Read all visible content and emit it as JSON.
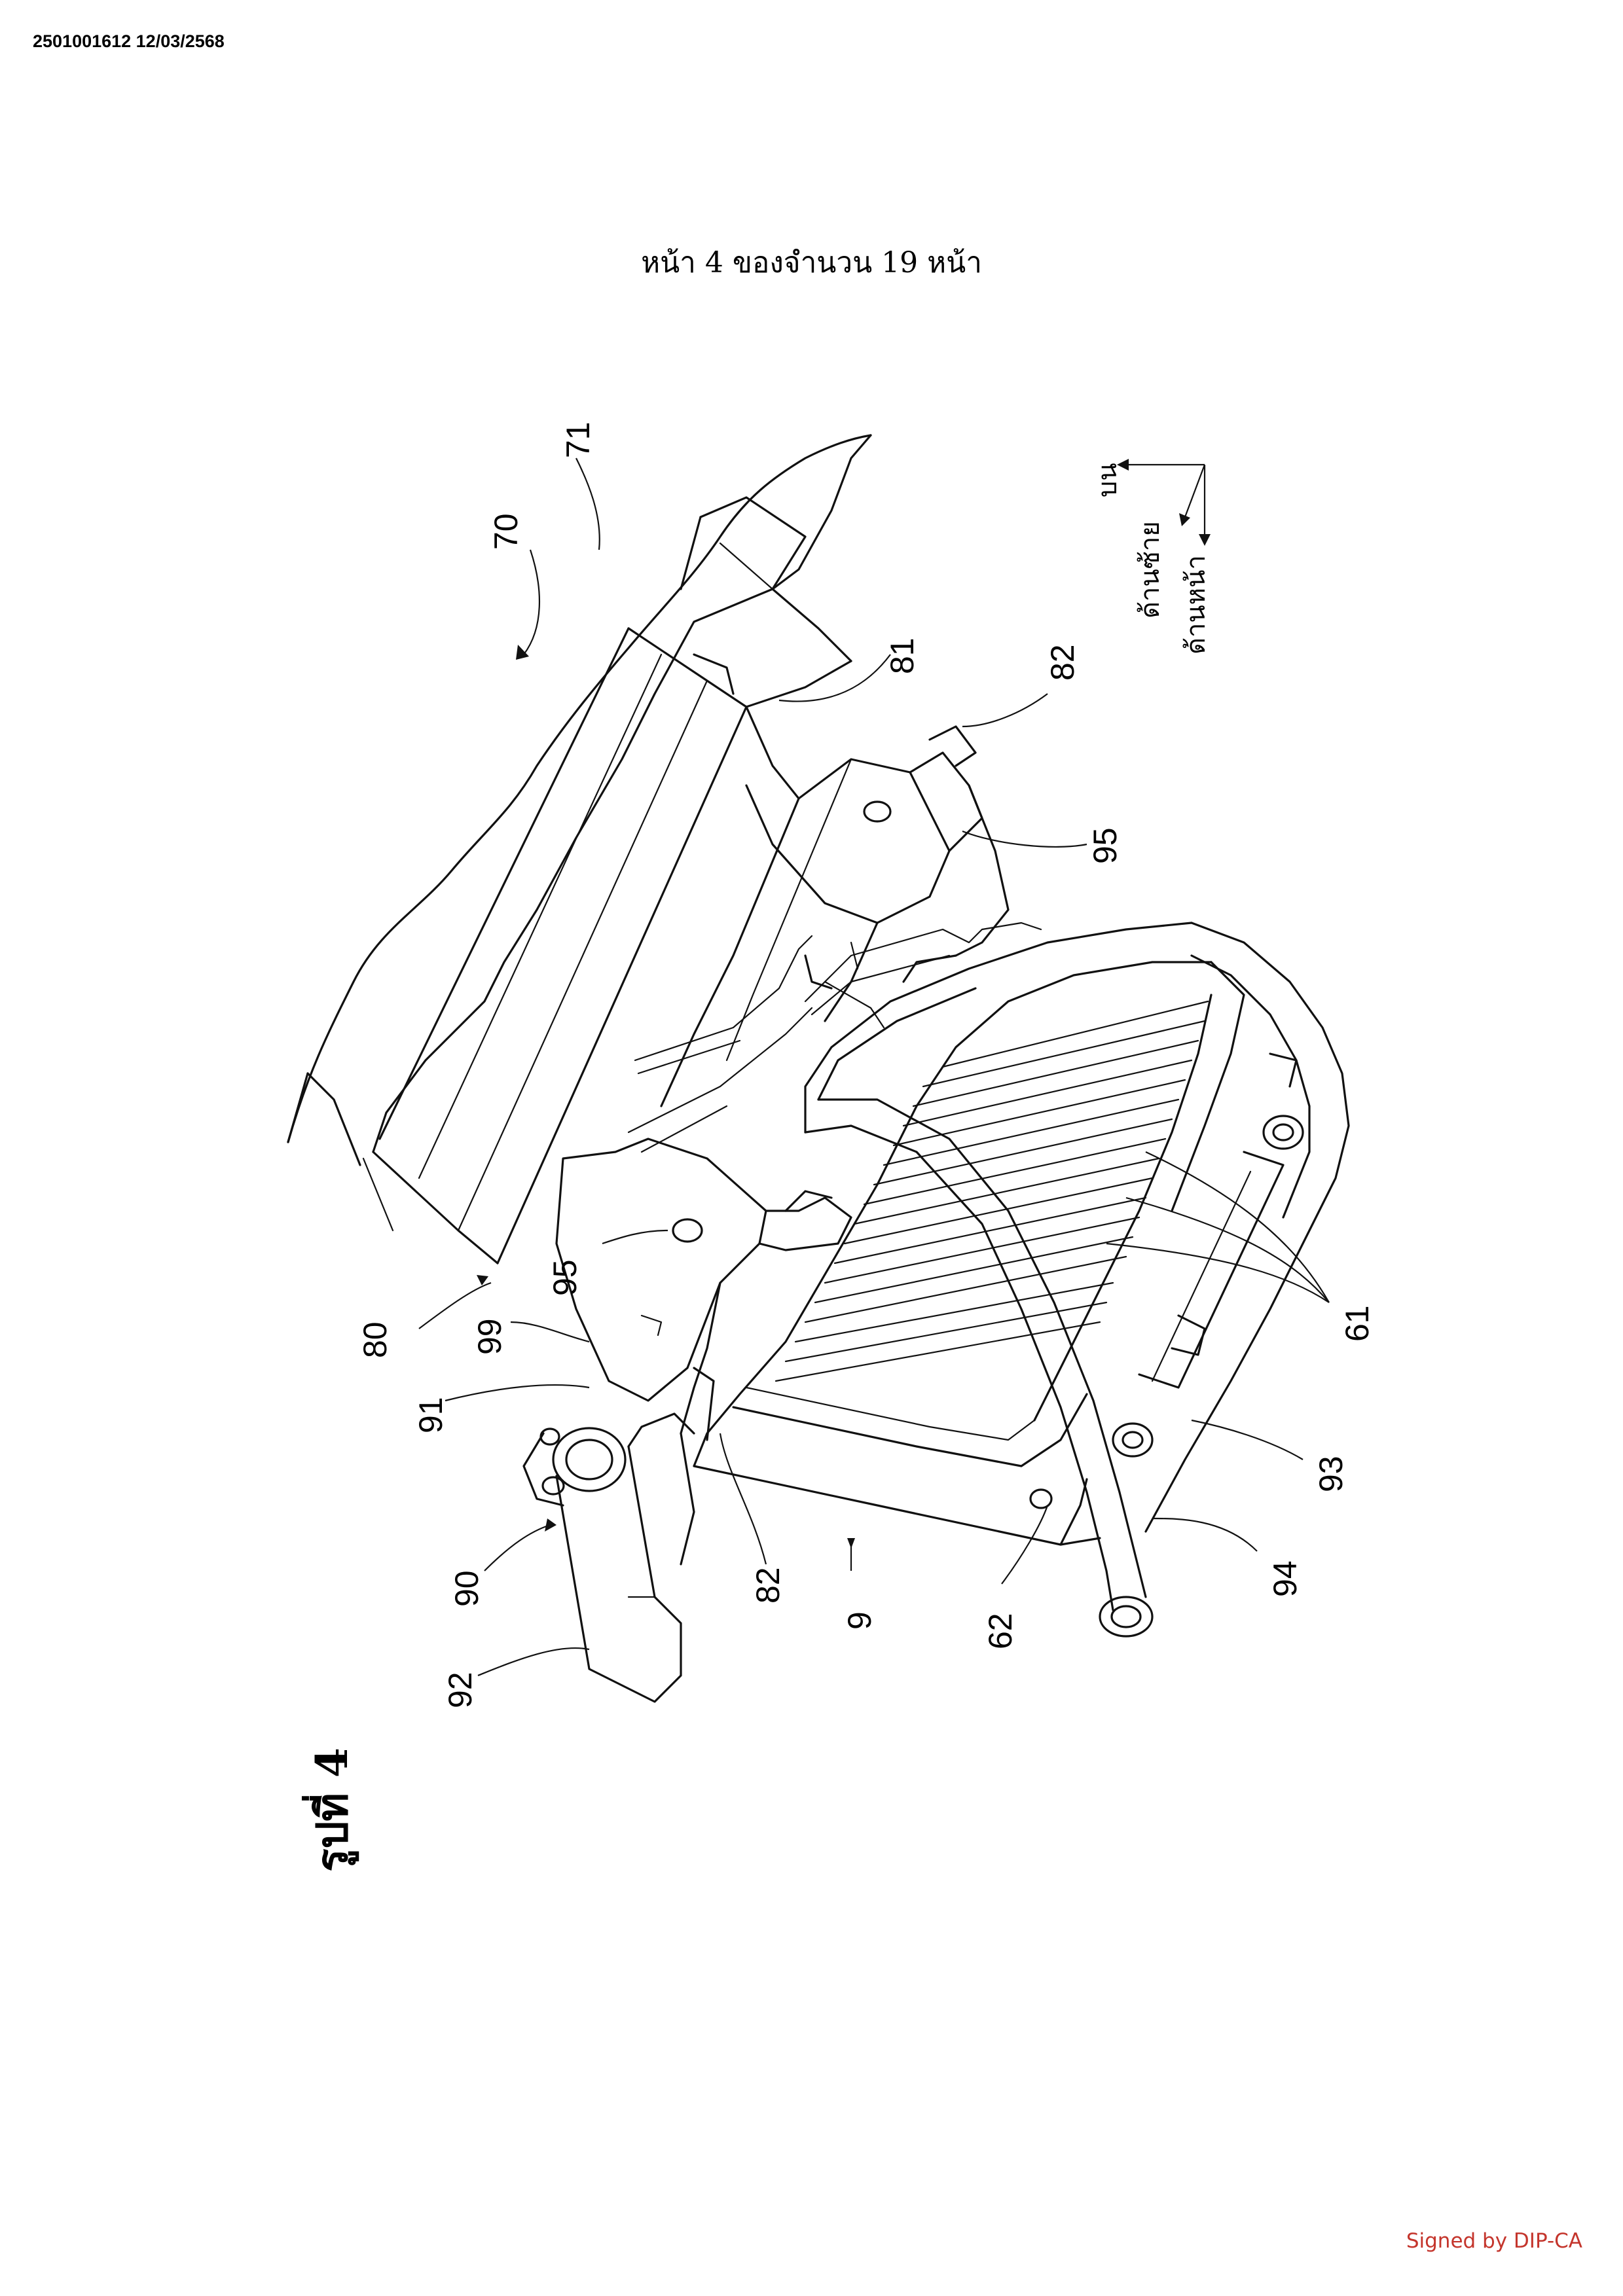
{
  "header": {
    "doc_id": "2501001612 12/03/2568",
    "page_number": "หน้า 4 ของจำนวน 19 หน้า"
  },
  "figure": {
    "title": "รูปที่ 4",
    "reference_numerals": [
      "71",
      "70",
      "81",
      "82",
      "95",
      "95",
      "61",
      "80",
      "99",
      "91",
      "90",
      "92",
      "82",
      "9",
      "62",
      "94",
      "93"
    ]
  },
  "orientation": {
    "up": "บน",
    "left_side": "ด้านซ้าย",
    "front_side": "ด้านหน้า"
  },
  "footer": {
    "signature": "Signed by DIP-CA"
  },
  "colors": {
    "signature": "#c4352c",
    "ink": "#111111"
  }
}
